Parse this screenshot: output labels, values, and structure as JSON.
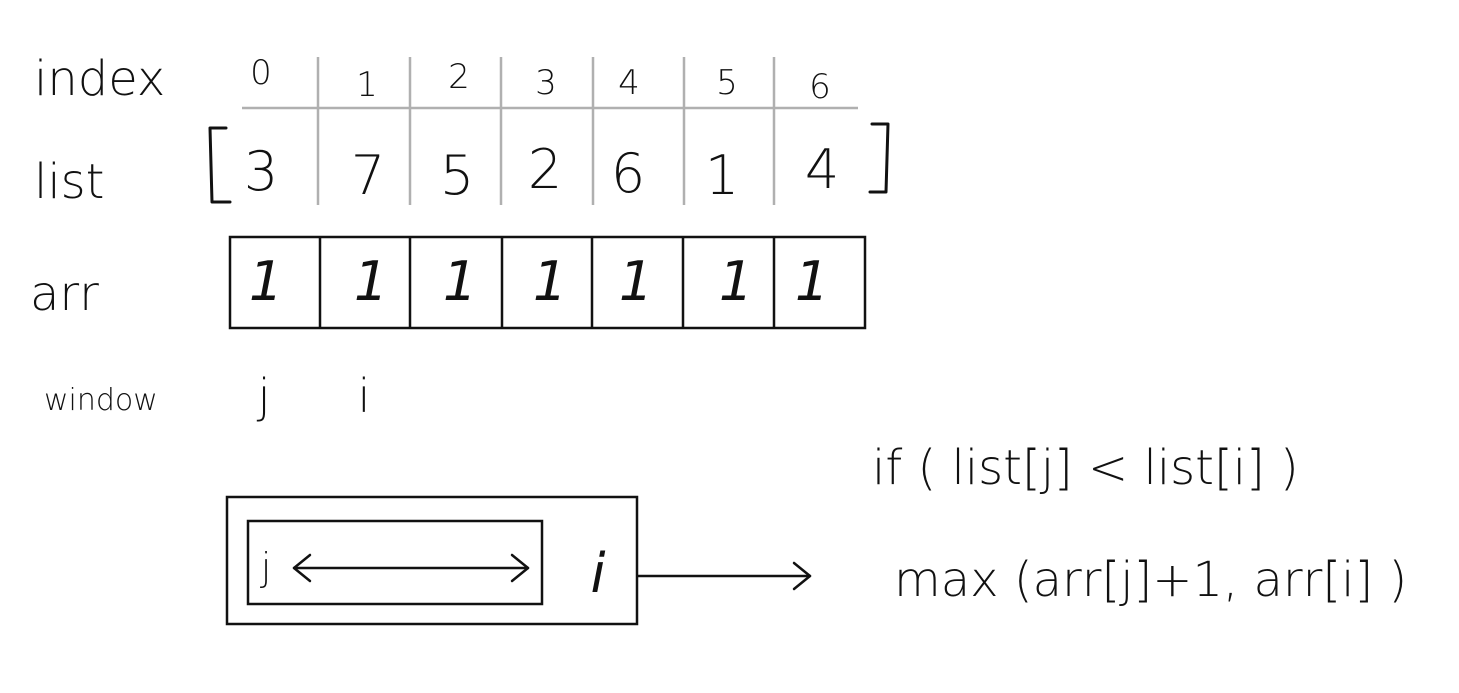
{
  "labels": {
    "index": "index",
    "list": "list",
    "arr": "arr",
    "window": "window"
  },
  "index_values": [
    "0",
    "1",
    "2",
    "3",
    "4",
    "5",
    "6"
  ],
  "list_values": [
    "3",
    "7",
    "5",
    "2",
    "6",
    "1",
    "4"
  ],
  "arr_values": [
    "1",
    "1",
    "1",
    "1",
    "1",
    "1",
    "1"
  ],
  "pointers": {
    "j": "j",
    "i": "i"
  },
  "window_box": {
    "inner_label": "j",
    "outer_label": "i"
  },
  "formulas": {
    "condition": "if ( list[j] < list[i] )",
    "update": "max (arr[j]+1, arr[i] )"
  }
}
